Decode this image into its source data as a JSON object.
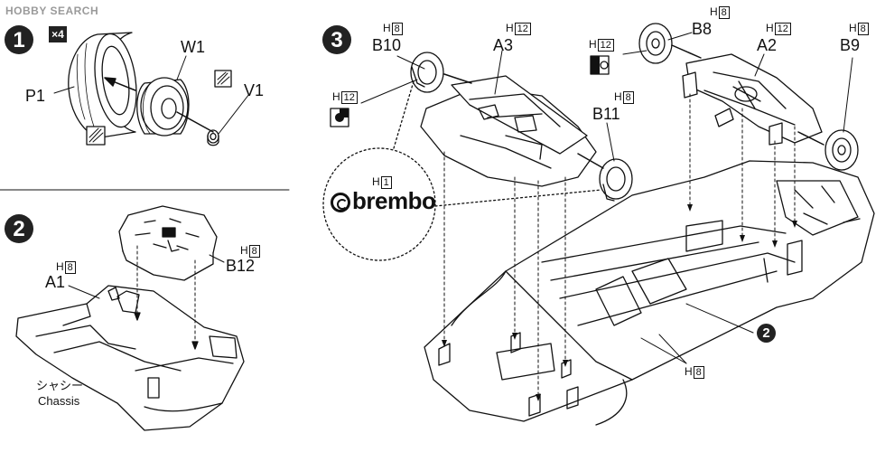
{
  "watermark": {
    "logo": "HOBBY",
    "text": "SEARCH"
  },
  "steps": {
    "one": "1",
    "two": "2",
    "three": "3"
  },
  "step1": {
    "qty": "×4",
    "p1": "P1",
    "w1": "W1",
    "v1": "V1"
  },
  "step2": {
    "b12": "B12",
    "a1": "A1",
    "h_letter": "H",
    "h_b12": "8",
    "h_a1": "8",
    "chassis_jp": "シャシー",
    "chassis_en": "Chassis"
  },
  "step3": {
    "b10": "B10",
    "a3": "A3",
    "b8": "B8",
    "a2": "A2",
    "b9": "B9",
    "b11": "B11",
    "h_letter": "H",
    "h_b10": "8",
    "h_a3": "12",
    "h_b8": "8",
    "h_a2": "12",
    "h_b9": "8",
    "h_b11": "8",
    "h_color_left": "12",
    "h_color_right": "12",
    "h_brembo": "1",
    "brembo": "brembo",
    "h_under": "8",
    "ref_step": "2"
  },
  "colors": {
    "ink": "#111111",
    "watermark": "#9a9a9a",
    "badge": "#222222"
  }
}
